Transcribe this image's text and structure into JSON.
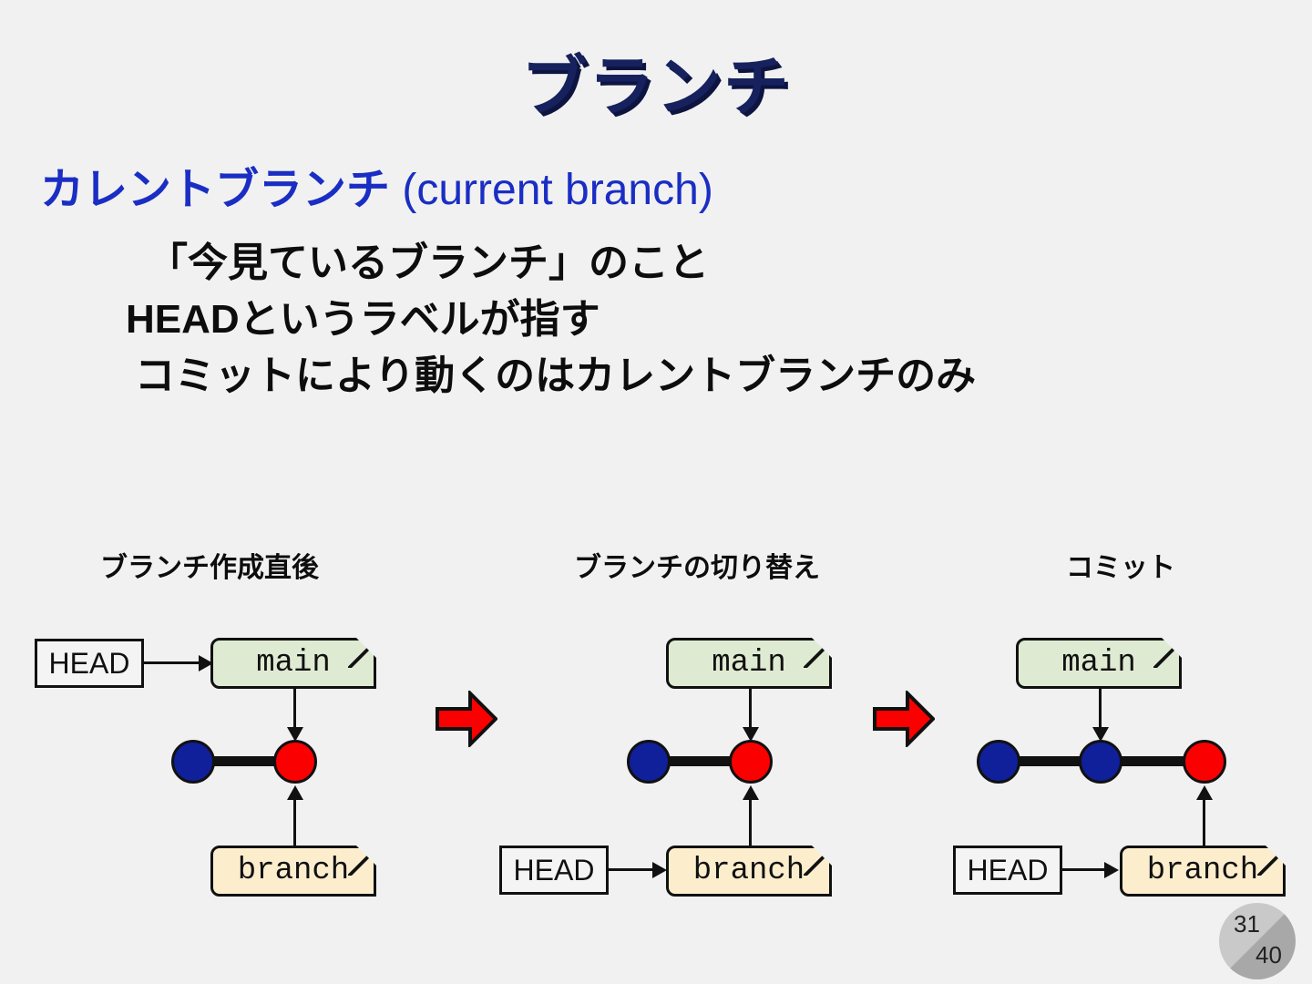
{
  "slide": {
    "title": "ブランチ",
    "subtitle_jp": "カレントブランチ ",
    "subtitle_en": "(current branch)",
    "body_lines": [
      "「今見ているブランチ」のこと",
      "HEADというラベルが指す",
      "コミットにより動くのはカレントブランチのみ"
    ],
    "title_color": "#16215e",
    "subtitle_color": "#1a2ec4",
    "background_color": "#f1f1f1"
  },
  "page_number": {
    "current": "31",
    "total": "40"
  },
  "diagram": {
    "separator_icon": "red-right-arrow-icon",
    "colors": {
      "main_tag_fill": "#dfead2",
      "branch_tag_fill": "#fceecd",
      "head_box_fill": "#f4f4f4",
      "commit_blue": "#101f9a",
      "commit_red": "#fb0000",
      "outline": "#111111",
      "separator_arrow": "#fb0000"
    },
    "panels": [
      {
        "header": "ブランチ作成直後",
        "head_label": "HEAD",
        "head_points_to": "main",
        "main_label": "main",
        "branch_label": "branch",
        "commits": [
          {
            "color": "blue",
            "label": ""
          },
          {
            "color": "red",
            "label": ""
          }
        ],
        "main_points_to_commit": 2,
        "branch_points_to_commit": 2
      },
      {
        "header": "ブランチの切り替え",
        "head_label": "HEAD",
        "head_points_to": "branch",
        "main_label": "main",
        "branch_label": "branch",
        "commits": [
          {
            "color": "blue",
            "label": ""
          },
          {
            "color": "red",
            "label": ""
          }
        ],
        "main_points_to_commit": 2,
        "branch_points_to_commit": 2
      },
      {
        "header": "コミット",
        "head_label": "HEAD",
        "head_points_to": "branch",
        "main_label": "main",
        "branch_label": "branch",
        "commits": [
          {
            "color": "blue",
            "label": ""
          },
          {
            "color": "blue",
            "label": ""
          },
          {
            "color": "red",
            "label": ""
          }
        ],
        "main_points_to_commit": 2,
        "branch_points_to_commit": 3
      }
    ]
  }
}
